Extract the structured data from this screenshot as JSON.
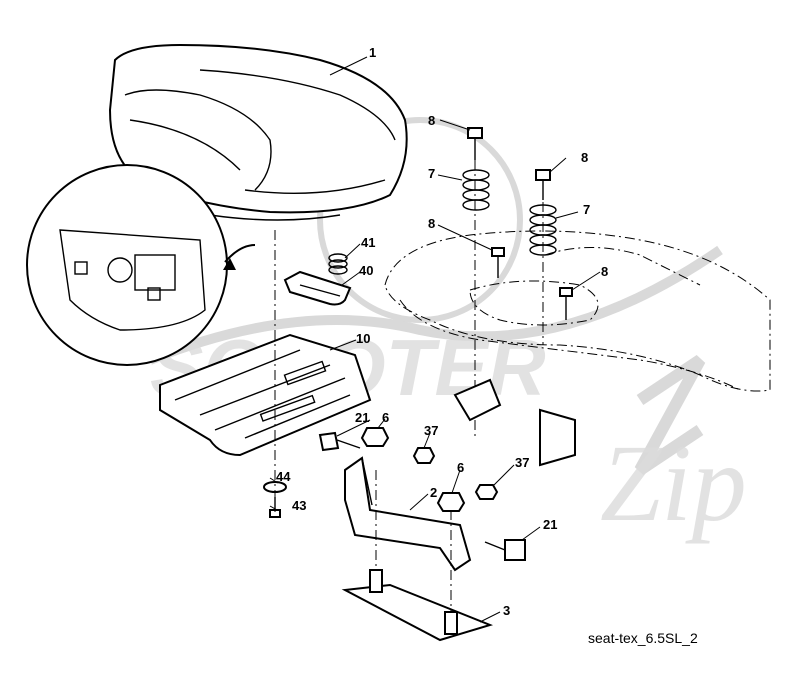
{
  "caption": "seat-tex_6.5SL_2",
  "watermark": {
    "text": "SCOOTER",
    "script": "Zip",
    "color": "#d9d9d9"
  },
  "callouts": [
    {
      "id": "seat",
      "label": "1"
    },
    {
      "id": "bolt-top-left",
      "label": "8"
    },
    {
      "id": "bolt-top-right",
      "label": "8"
    },
    {
      "id": "spring-left",
      "label": "7"
    },
    {
      "id": "spring-right",
      "label": "7"
    },
    {
      "id": "bolt-mid-left",
      "label": "8"
    },
    {
      "id": "bolt-mid-right",
      "label": "8"
    },
    {
      "id": "spring-small",
      "label": "41"
    },
    {
      "id": "clip",
      "label": "40"
    },
    {
      "id": "seat-pan",
      "label": "10"
    },
    {
      "id": "bolt-left",
      "label": "21"
    },
    {
      "id": "nut-left",
      "label": "6"
    },
    {
      "id": "locknut-left",
      "label": "37"
    },
    {
      "id": "nut-right",
      "label": "6"
    },
    {
      "id": "locknut-right",
      "label": "37"
    },
    {
      "id": "bracket",
      "label": "2"
    },
    {
      "id": "bolt-right",
      "label": "21"
    },
    {
      "id": "washer",
      "label": "44"
    },
    {
      "id": "screw",
      "label": "43"
    },
    {
      "id": "plate",
      "label": "3"
    }
  ]
}
